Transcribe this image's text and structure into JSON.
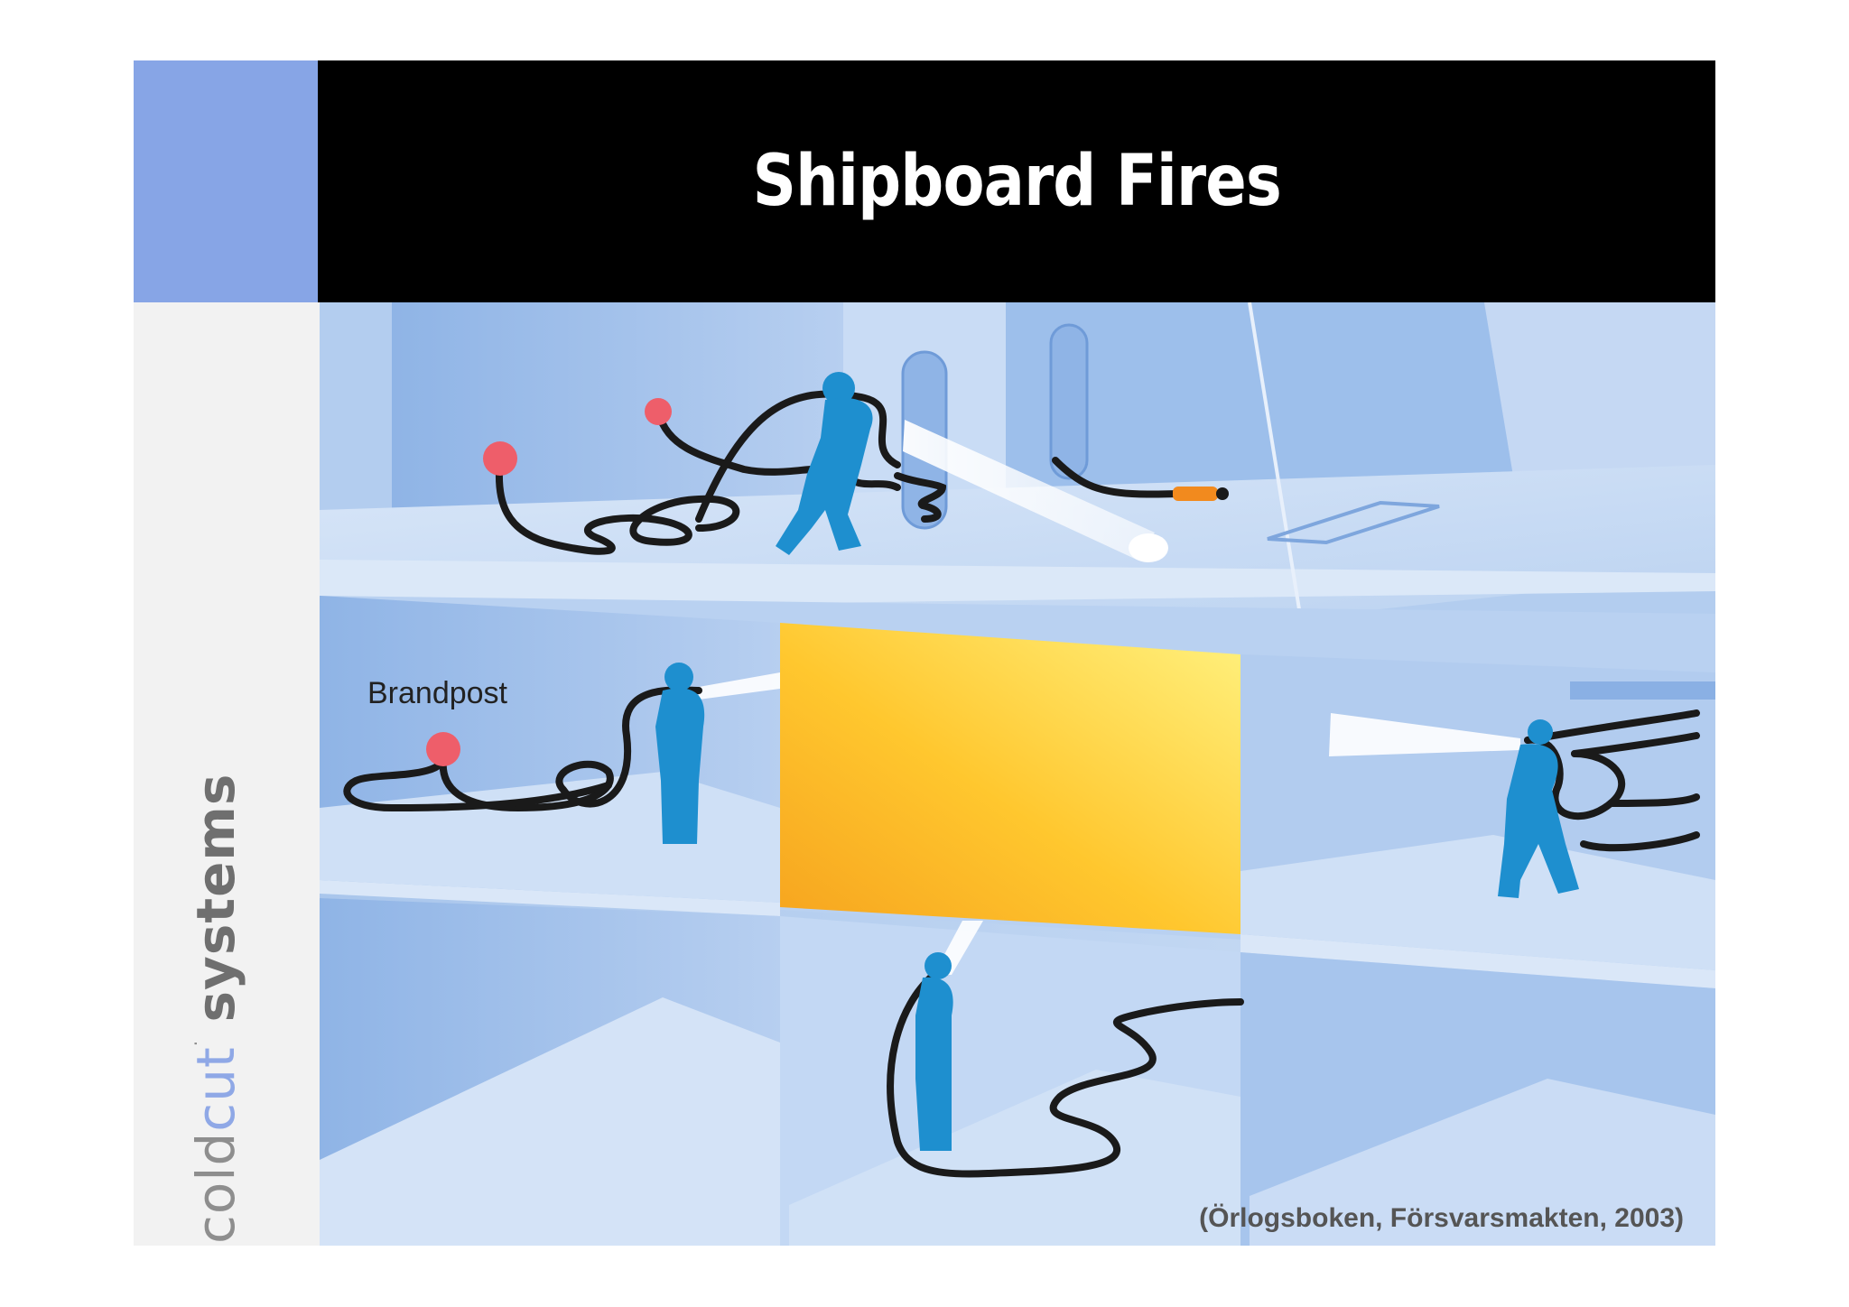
{
  "slide": {
    "title": "Shipboard Fires",
    "accent_color": "#87a5e6",
    "logo": {
      "part1": "cold",
      "part2": "cut",
      "dot": "·",
      "part3": "systems"
    },
    "illustration": {
      "label_hydrant": "Brandpost",
      "citation": "(Örlogsboken, Försvarsmakten, 2003)",
      "colors": {
        "figure": "#1e8fcf",
        "hydrant": "#ee5e6a",
        "fire_light": "#fff280",
        "fire_dark": "#f6a31e",
        "hose": "#1a1a1a"
      }
    }
  }
}
